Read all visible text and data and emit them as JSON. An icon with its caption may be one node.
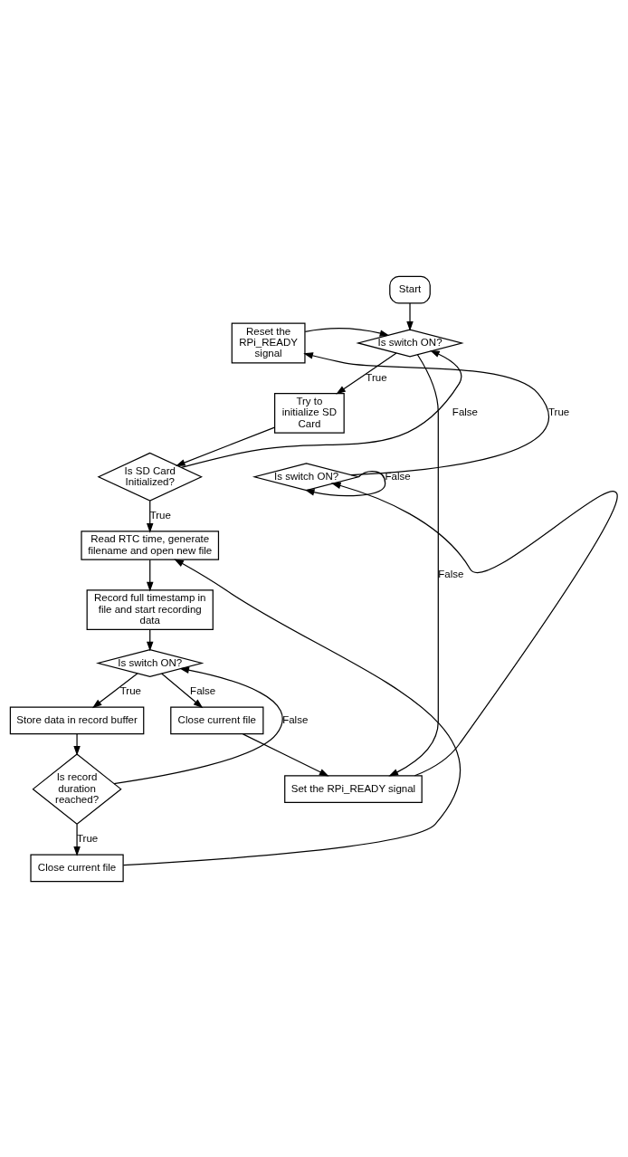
{
  "diagram": {
    "nodes": [
      {
        "text": [
          "Start"
        ]
      },
      {
        "text": [
          "Is switch ON?"
        ]
      },
      {
        "text": [
          "Try to initialize SD Card"
        ]
      },
      {
        "text": [
          "Is SD Card Initialized?"
        ]
      },
      {
        "text": [
          "Read RTC time, generate filename and open new file"
        ]
      },
      {
        "text": [
          "Record full timestamp in file and start recording data"
        ]
      },
      {
        "text": [
          "Is switch ON?"
        ]
      },
      {
        "text": [
          "Store data in record buffer"
        ]
      },
      {
        "text": [
          "Is record duration reached?"
        ]
      },
      {
        "text": [
          "Close current file"
        ]
      },
      {
        "text": [
          "Close current file"
        ]
      },
      {
        "text": [
          "Set the RPi_READY signal"
        ]
      },
      {
        "text": [
          "Is switch ON?"
        ]
      },
      {
        "text": [
          "Reset the RPi_READY signal"
        ]
      }
    ],
    "edges": [
      {
        "from": 0,
        "to": 1,
        "arrow": "to"
      },
      {
        "from": 1,
        "to": 2,
        "arrow": "to",
        "label": "True"
      },
      {
        "from": 1,
        "to": 11,
        "arrow": "to",
        "label": "False"
      },
      {
        "from": 2,
        "to": 3,
        "arrow": "to"
      },
      {
        "from": 3,
        "to": 1,
        "arrow": "to",
        "label": "False"
      },
      {
        "from": 3,
        "to": 4,
        "arrow": "to",
        "label": "True"
      },
      {
        "from": 4,
        "to": 5,
        "arrow": "to"
      },
      {
        "from": 5,
        "to": 6,
        "arrow": "to"
      },
      {
        "from": 6,
        "to": 7,
        "arrow": "to",
        "label": "True"
      },
      {
        "from": 6,
        "to": 10,
        "arrow": "to",
        "label": "False"
      },
      {
        "from": 7,
        "to": 8,
        "arrow": "to"
      },
      {
        "from": 8,
        "to": 6,
        "arrow": "to",
        "label": "False"
      },
      {
        "from": 8,
        "to": 9,
        "arrow": "to",
        "label": "True"
      },
      {
        "from": 9,
        "to": 4,
        "arrow": "to"
      },
      {
        "from": 10,
        "to": 11,
        "arrow": "to"
      },
      {
        "from": 11,
        "to": 12,
        "arrow": "to"
      },
      {
        "from": 12,
        "to": 12,
        "arrow": "to",
        "label": "False"
      },
      {
        "from": 12,
        "to": 13,
        "arrow": "to",
        "label": "True"
      },
      {
        "from": 13,
        "to": 1,
        "arrow": "to"
      }
    ]
  }
}
